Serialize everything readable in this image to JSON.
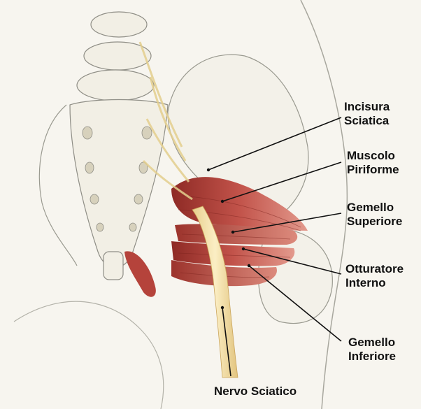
{
  "labels": {
    "incisura": {
      "line1": "Incisura",
      "line2": "Sciatica"
    },
    "piriforme": {
      "line1": "Muscolo",
      "line2": "Piriforme"
    },
    "gemello_sup": {
      "line1": "Gemello",
      "line2": "Superiore"
    },
    "otturatore": {
      "line1": "Otturatore",
      "line2": "Interno"
    },
    "gemello_inf": {
      "line1": "Gemello",
      "line2": "Inferiore"
    },
    "nervo": "Nervo Sciatico"
  },
  "colors": {
    "muscle": "#b6413a",
    "muscle_light": "#d97a6e",
    "nerve": "#f0dca0",
    "bone_line": "#9a9a90",
    "leader": "#111111"
  }
}
